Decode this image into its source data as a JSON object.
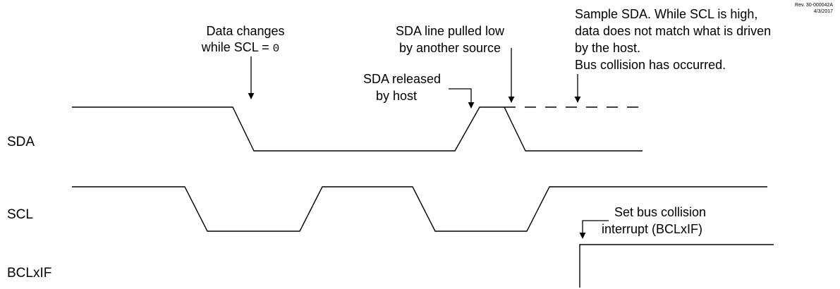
{
  "revision": {
    "line1": "Rev. 30-000042A",
    "line2": "4/3/2017"
  },
  "signals": {
    "sda": "SDA",
    "scl": "SCL",
    "bclxif": "BCLxIF"
  },
  "annotations": {
    "data_changes": {
      "line1": "Data changes",
      "line2_prefix": "while SCL = ",
      "line2_value": "0"
    },
    "sda_pulled_low": {
      "line1": "SDA line pulled low",
      "line2": "by another source"
    },
    "sda_released": {
      "line1": "SDA released",
      "line2": "by host"
    },
    "sample_sda": {
      "line1": "Sample SDA. While SCL is high,",
      "line2": "data does not match what is driven",
      "line3": "by the host.",
      "line4": "Bus collision has occurred."
    },
    "set_bus_collision": {
      "line1": "Set bus collision",
      "line2": "interrupt (BCLxIF)"
    }
  }
}
